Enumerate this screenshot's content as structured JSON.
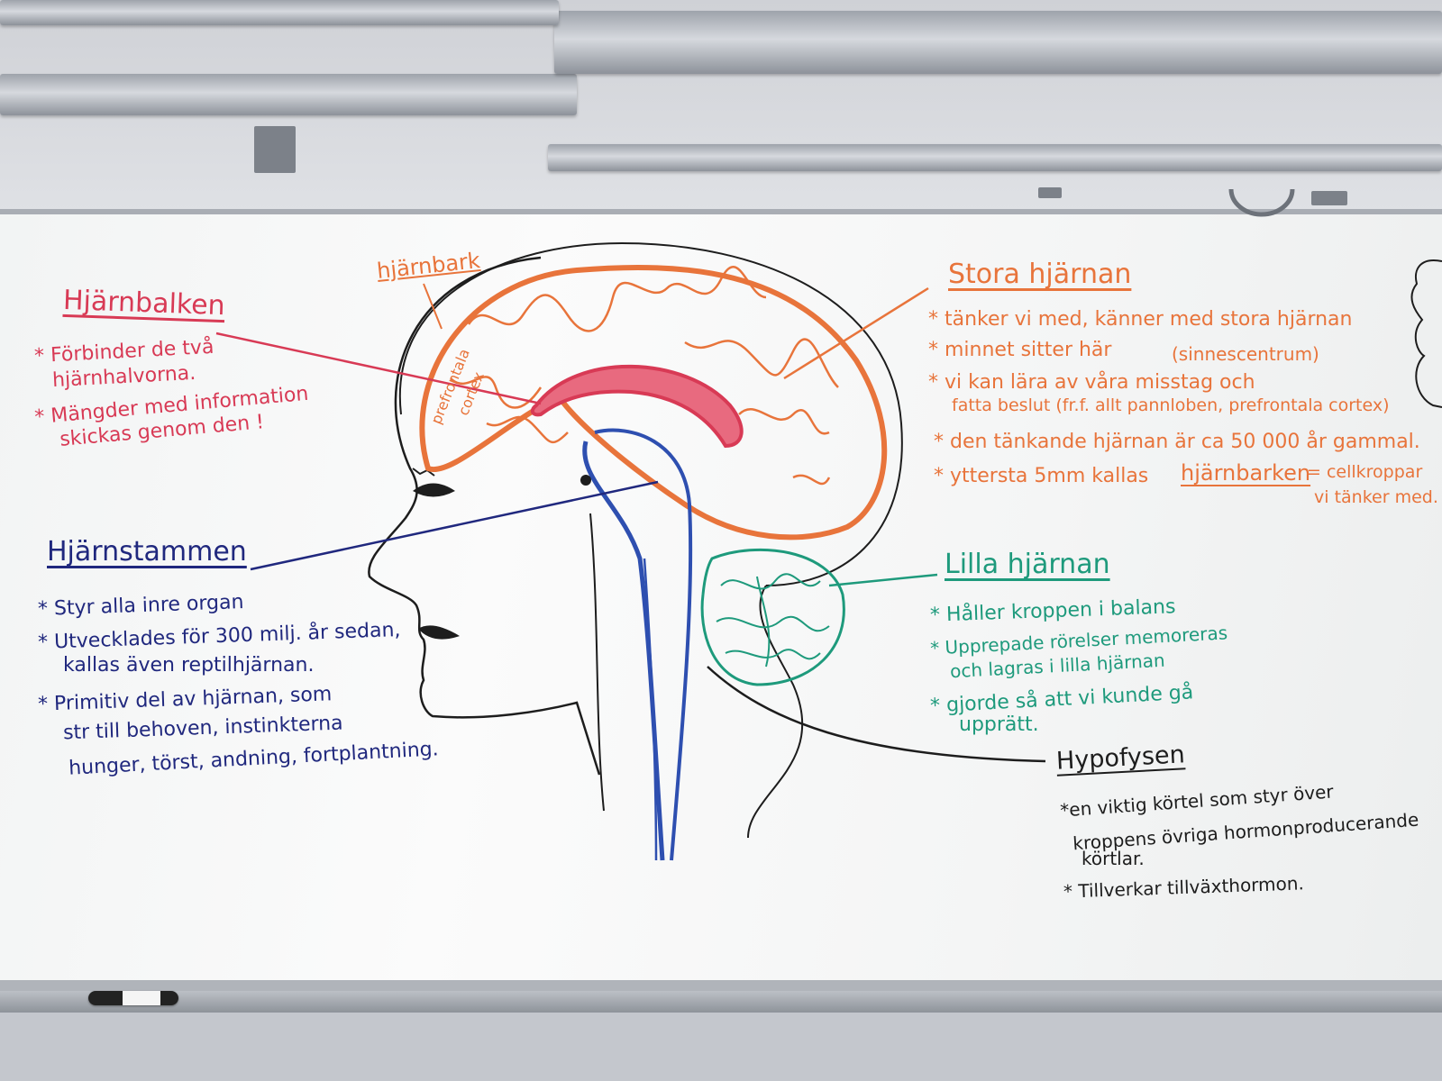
{
  "left_labels": {
    "hjarnbalken": {
      "title": "Hjärnbalken",
      "lines": [
        "* Förbinder de två",
        "hjärnhalvorna.",
        "* Mängder med information",
        "skickas genom den !"
      ]
    },
    "hjarnstammen": {
      "title": "Hjärnstammen",
      "lines": [
        "* Styr alla inre organ",
        "* Utvecklades för 300 milj. år sedan,",
        "kallas även reptilhjärnan.",
        "* Primitiv del av hjärnan, som",
        "str till behoven, instinkterna",
        "hunger, törst, andning, fortplantning."
      ]
    }
  },
  "diagram_labels": {
    "hjarnbark": "hjärnbark",
    "prefrontala": "prefrontala",
    "cortex": "cortex"
  },
  "right_labels": {
    "stora_hjarnan": {
      "title": "Stora hjärnan",
      "lines": [
        "* tänker vi med, känner med stora hjärnan",
        "* minnet sitter här",
        "(sinnescentrum)",
        "* vi kan lära av våra misstag och",
        "fatta beslut (fr.f. allt pannloben, prefrontala cortex)",
        "* den tänkande hjärnan är ca 50 000 år gammal.",
        "* yttersta 5mm kallas",
        "hjärnbarken",
        "= cellkroppar",
        "vi tänker med."
      ]
    },
    "lilla_hjarnan": {
      "title": "Lilla hjärnan",
      "lines": [
        "* Håller kroppen i balans",
        "* Upprepade rörelser memoreras",
        "och lagras i lilla hjärnan",
        "* gjorde så att vi kunde gå",
        "upprätt."
      ]
    },
    "hypofysen": {
      "title": "Hypofysen",
      "lines": [
        "*en viktig körtel som styr över",
        "kroppens övriga hormonproducerande",
        "körtlar.",
        "* Tillverkar tillväxthormon."
      ]
    }
  },
  "colors": {
    "red": "#d83a55",
    "orange": "#e8743b",
    "navy": "#20287e",
    "teal": "#1e9a7c",
    "black": "#1d1d1d",
    "blue_stem": "#2e4fb0"
  }
}
